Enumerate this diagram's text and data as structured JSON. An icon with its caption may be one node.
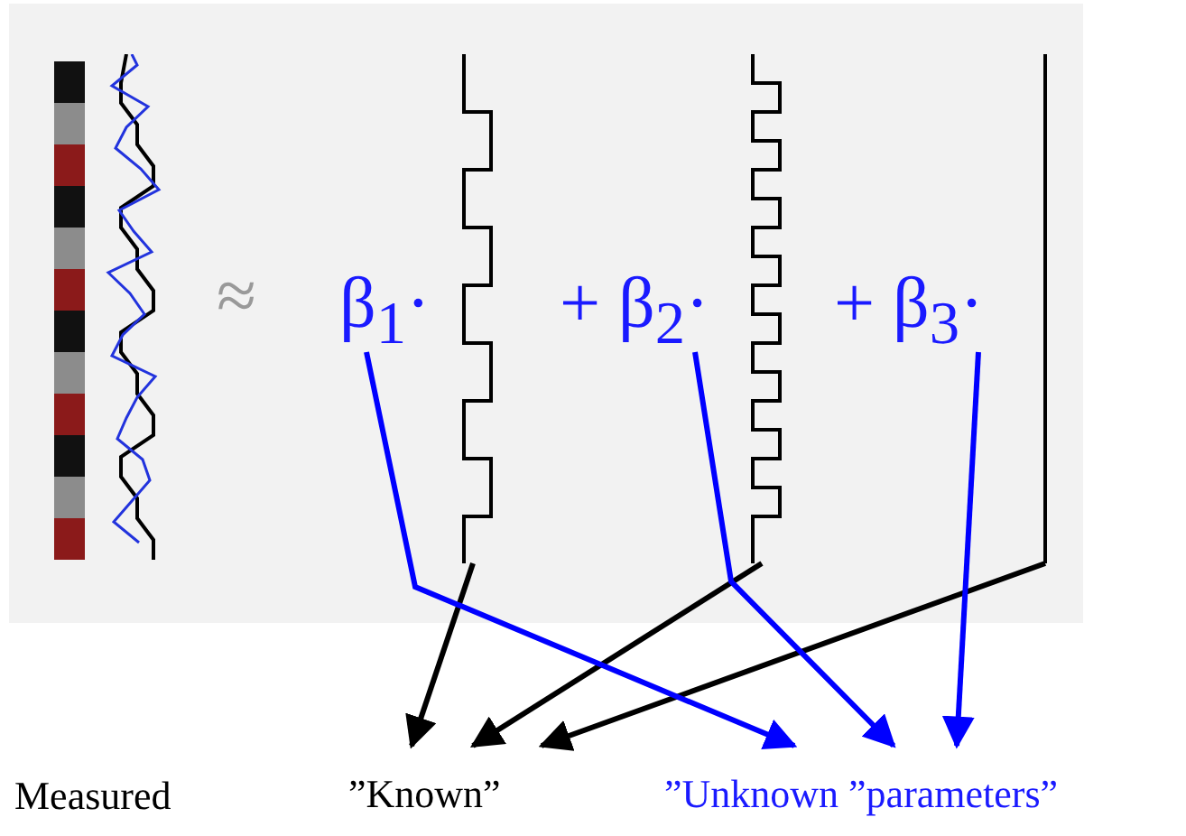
{
  "diagram": {
    "nodes": [
      {
        "text": [
          "β$_{1}$·"
        ]
      },
      {
        "text": [
          "+ β$_{2}$·"
        ]
      },
      {
        "text": [
          "+ β$_{3}$·"
        ]
      },
      {
        "text": [],
        "shape": "picture"
      },
      {
        "text": [],
        "shape": "picture"
      },
      {
        "text": [],
        "shape": "picture"
      },
      {
        "text": [
          "”Known”"
        ]
      },
      {
        "text": [
          "”Unknown ”parameters”"
        ]
      }
    ],
    "edges": [
      {
        "from": 3,
        "to": 6,
        "arrow": "to"
      },
      {
        "from": 4,
        "to": 6,
        "arrow": "to"
      },
      {
        "from": 5,
        "to": 6,
        "arrow": "to"
      },
      {
        "from": 0,
        "to": 7,
        "arrow": "to",
        "color": "#0000ff"
      },
      {
        "from": 1,
        "to": 7,
        "arrow": "to",
        "color": "#0000ff"
      },
      {
        "from": 2,
        "to": 7,
        "arrow": "to",
        "color": "#0000ff"
      }
    ],
    "labels": [
      "≈",
      "Measured"
    ]
  }
}
